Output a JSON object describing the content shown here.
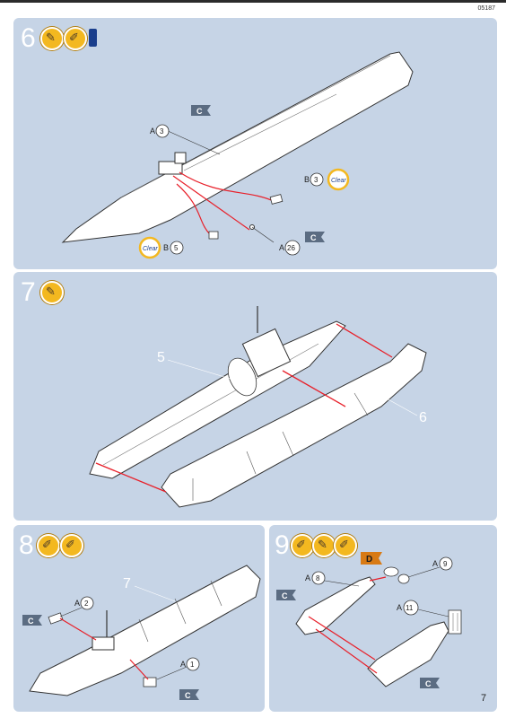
{
  "header": {
    "code": "05187"
  },
  "page_number": "7",
  "steps": {
    "s6": {
      "number": "6",
      "icons": [
        "glue-icon",
        "paint-brush-icon",
        "paint-bottle-icon"
      ],
      "callouts": [
        {
          "letter": "A",
          "num": "3"
        },
        {
          "letter": "B",
          "num": "3"
        },
        {
          "letter": "B",
          "num": "5"
        },
        {
          "letter": "A",
          "num": "26"
        }
      ],
      "clear_label": "Clear",
      "tag": "C"
    },
    "s7": {
      "number": "7",
      "icons": [
        "glue-icon"
      ],
      "part_labels": [
        "5",
        "6"
      ]
    },
    "s8": {
      "number": "8",
      "icons": [
        "paint-brush-icon",
        "paint-brush-icon"
      ],
      "part_label": "7",
      "callouts": [
        {
          "letter": "A",
          "num": "2"
        },
        {
          "letter": "A",
          "num": "1"
        }
      ],
      "tag": "C"
    },
    "s9": {
      "number": "9",
      "icons": [
        "paint-brush-icon",
        "glue-icon",
        "paint-brush-icon"
      ],
      "callouts": [
        {
          "letter": "A",
          "num": "8"
        },
        {
          "letter": "A",
          "num": "9"
        },
        {
          "letter": "A",
          "num": "11"
        }
      ],
      "tag": "C",
      "flag": "D"
    }
  },
  "colors": {
    "panel": "#c6d4e6",
    "arrow": "#e8202a",
    "badge": "#f3b820",
    "tag": "#5b6c82"
  }
}
